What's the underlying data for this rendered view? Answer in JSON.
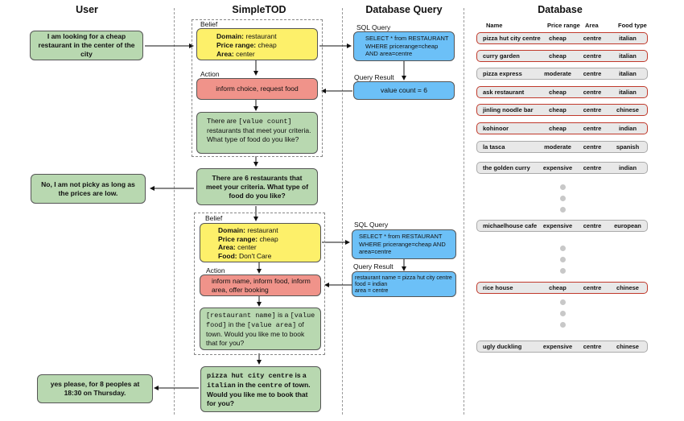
{
  "columns": {
    "user": "User",
    "simpletod": "SimpleTOD",
    "dbquery": "Database Query",
    "database": "Database"
  },
  "turn1": {
    "user_utterance": "I am looking for a cheap restaurant in the center of the city",
    "belief_label": "Belief",
    "belief": {
      "domain_key": "Domain:",
      "domain_val": "restaurant",
      "price_key": "Price range:",
      "price_val": "cheap",
      "area_key": "Area:",
      "area_val": "center"
    },
    "action_label": "Action",
    "action": "inform choice, request food",
    "delex_a": "There are ",
    "delex_slot": "[value count]",
    "delex_b": " restaurants that meet your criteria. What type of food do you like?",
    "lexicalized": "There are 6 restaurants that meet your criteria. What type of food do you like?",
    "sql_label": "SQL Query",
    "sql": "SELECT * from RESTAURANT WHERE pricerange=cheap AND area=centre",
    "result_label": "Query Result",
    "result": "value count = 6"
  },
  "turn2": {
    "user_utterance": "No, I am not picky as long as the prices are low.",
    "belief_label": "Belief",
    "belief": {
      "domain_key": "Domain:",
      "domain_val": "restaurant",
      "price_key": "Price range:",
      "price_val": "cheap",
      "area_key": "Area:",
      "area_val": "center",
      "food_key": "Food:",
      "food_val": "Don't Care"
    },
    "action_label": "Action",
    "action": "inform name, inform food, inform area, offer booking",
    "delex_s1": "[restaurant name]",
    "delex_t1": " is a ",
    "delex_s2": "[value food]",
    "delex_t2": " in the ",
    "delex_s3": "[value area]",
    "delex_t3": " of town. Would you like me to book that for you?",
    "lex_s1": "pizza hut city centre",
    "lex_t1": " is a ",
    "lex_s2": "italian",
    "lex_t2": " in the ",
    "lex_s3": "centre",
    "lex_t3": " of town. Would you like me to book that for you?",
    "sql_label": "SQL Query",
    "sql": "SELECT * from RESTAURANT WHERE pricerange=cheap AND area=centre",
    "result_label": "Query Result",
    "result_l1": "restaurant name = pizza hut city centre",
    "result_l2": "food = indian",
    "result_l3": "area = centre"
  },
  "turn3": {
    "user_utterance": "yes please, for 8 peoples at 18:30 on Thursday."
  },
  "db_headers": [
    "Name",
    "Price range",
    "Area",
    "Food type"
  ],
  "db_rows": [
    {
      "name": "pizza hut city centre",
      "price": "cheap",
      "area": "centre",
      "food": "italian",
      "highlight": true
    },
    {
      "name": "curry garden",
      "price": "cheap",
      "area": "centre",
      "food": "italian",
      "highlight": true
    },
    {
      "name": "pizza express",
      "price": "moderate",
      "area": "centre",
      "food": "italian",
      "highlight": false
    },
    {
      "name": "ask restaurant",
      "price": "cheap",
      "area": "centre",
      "food": "italian",
      "highlight": true
    },
    {
      "name": "jinling noodle bar",
      "price": "cheap",
      "area": "centre",
      "food": "chinese",
      "highlight": true
    },
    {
      "name": "kohinoor",
      "price": "cheap",
      "area": "centre",
      "food": "indian",
      "highlight": true
    },
    {
      "name": "la tasca",
      "price": "moderate",
      "area": "centre",
      "food": "spanish",
      "highlight": false
    },
    {
      "name": "the golden curry",
      "price": "expensive",
      "area": "centre",
      "food": "indian",
      "highlight": false
    },
    {
      "name": "michaelhouse cafe",
      "price": "expensive",
      "area": "centre",
      "food": "european",
      "highlight": false
    },
    {
      "name": "rice house",
      "price": "cheap",
      "area": "centre",
      "food": "chinese",
      "highlight": true
    },
    {
      "name": "ugly duckling",
      "price": "expensive",
      "area": "centre",
      "food": "chinese",
      "highlight": false
    }
  ]
}
